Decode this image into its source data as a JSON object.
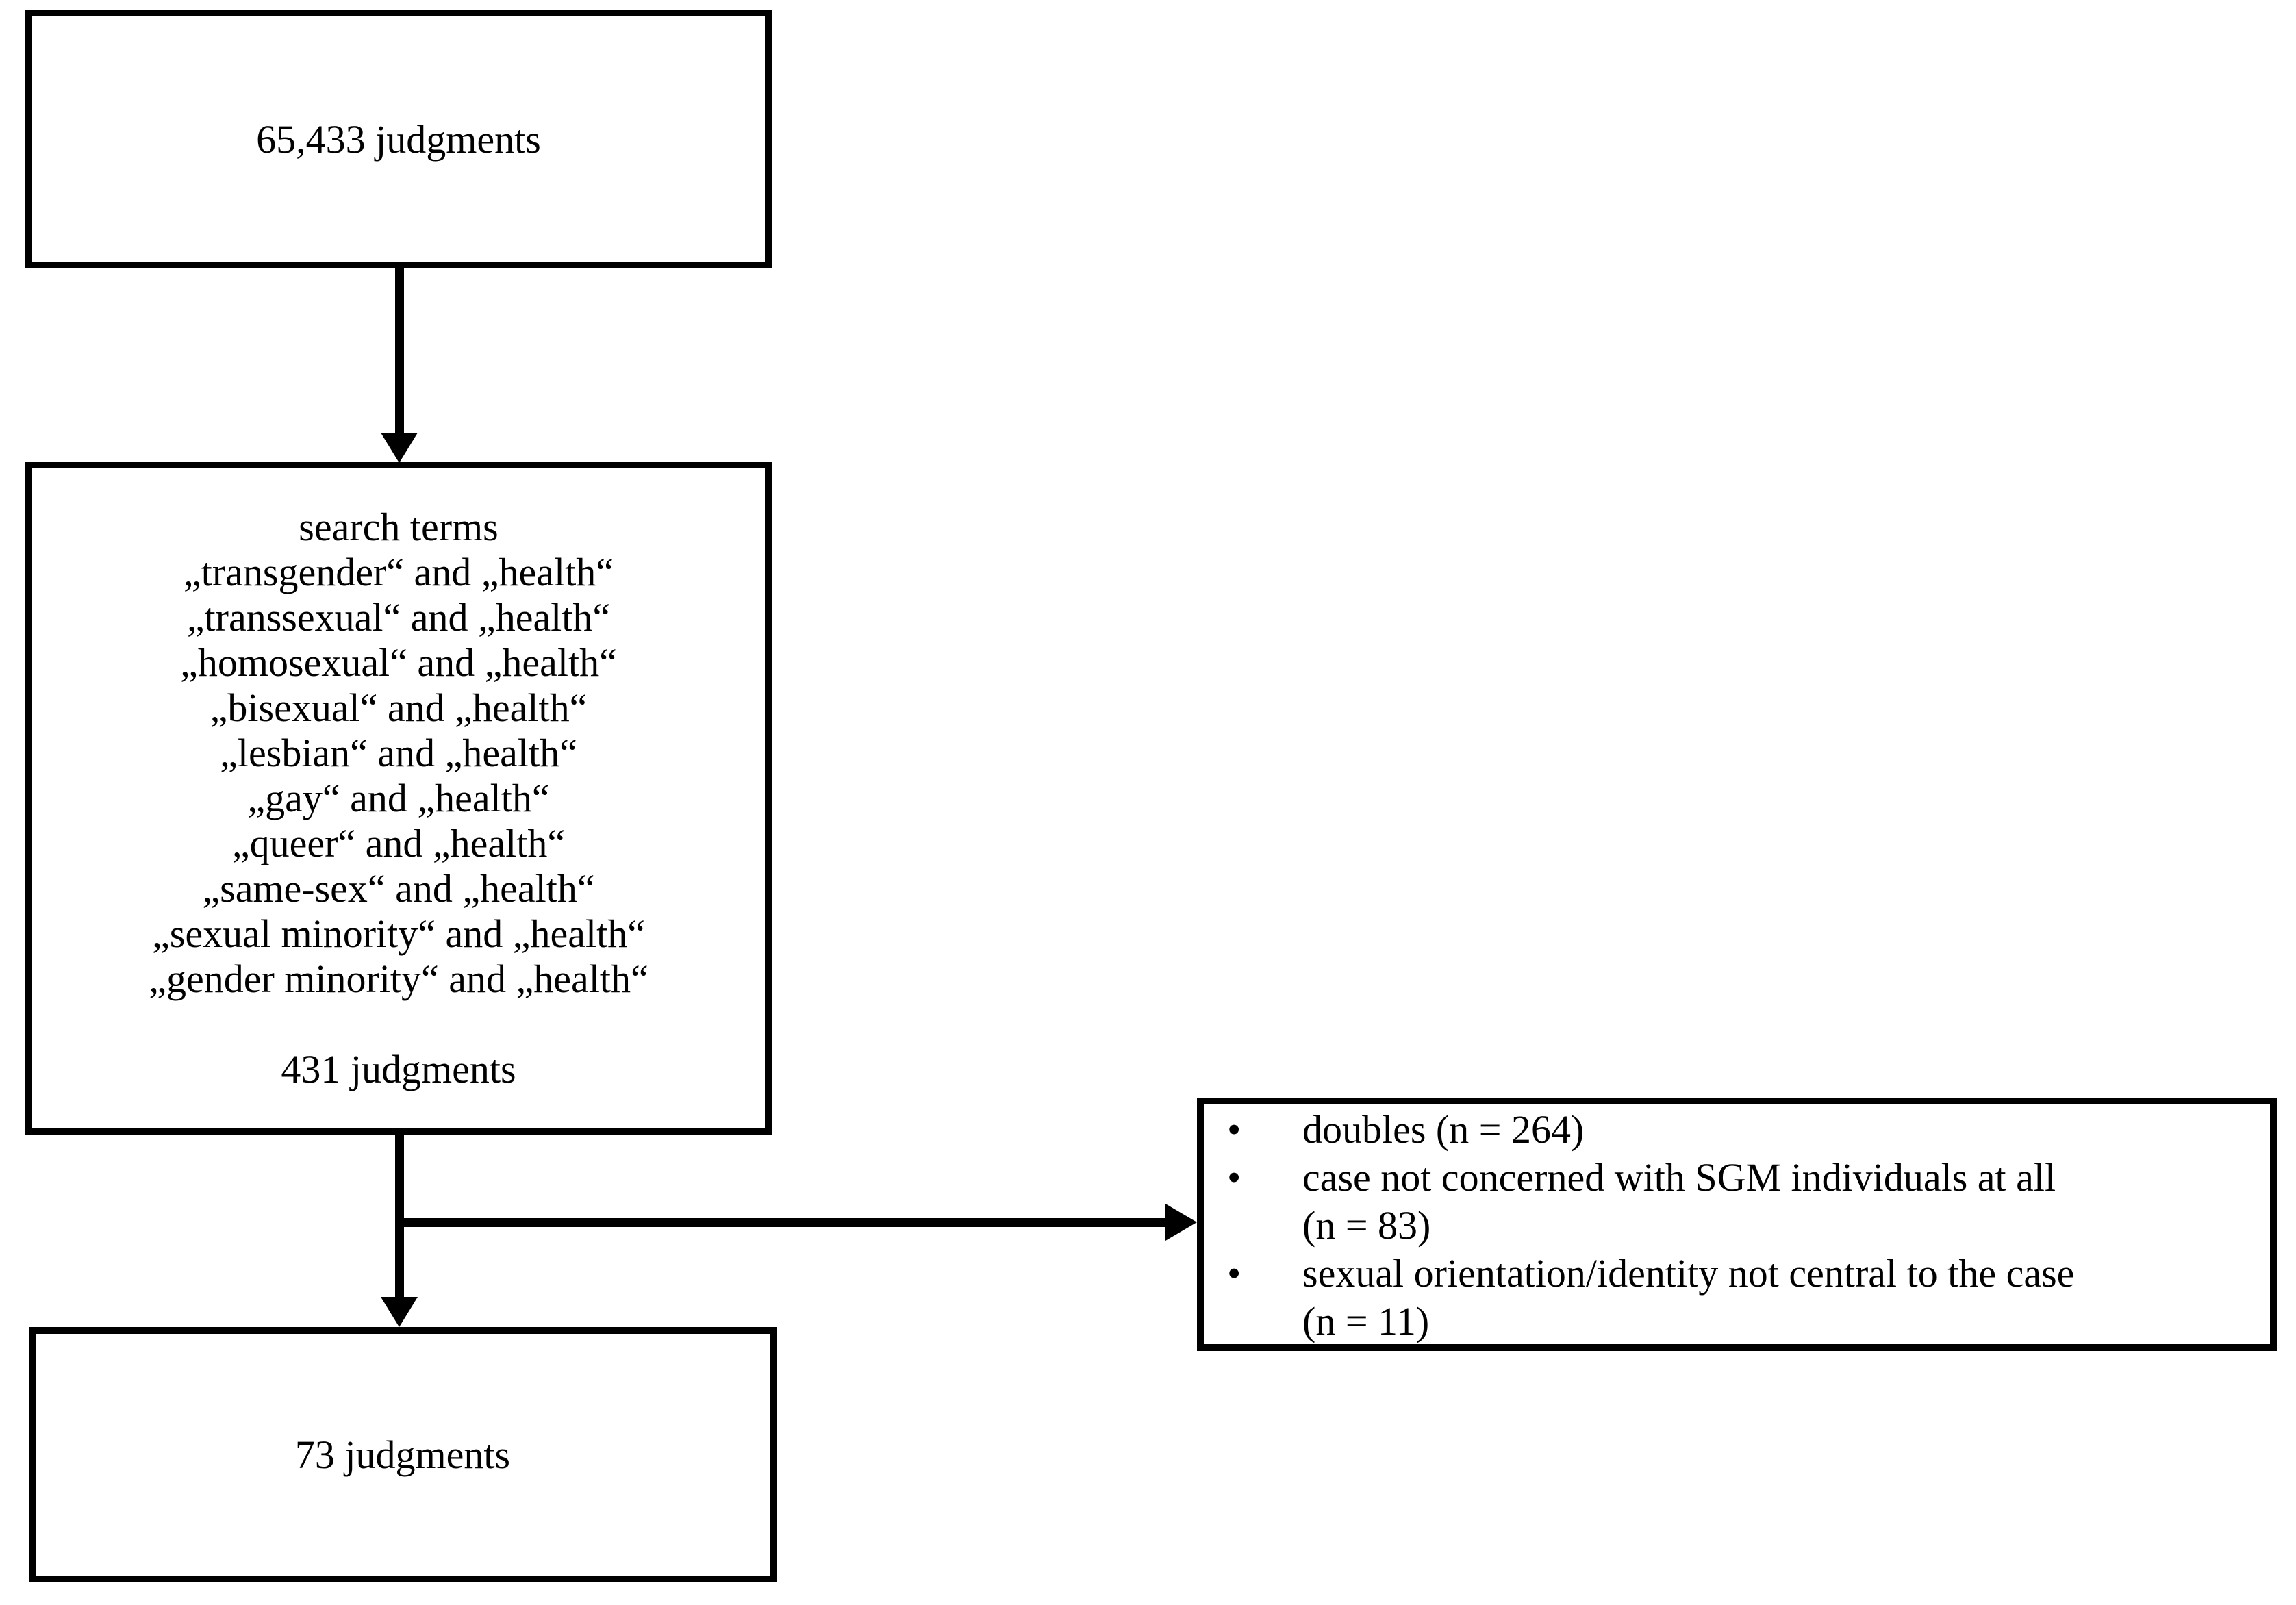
{
  "colors": {
    "line": "#000000",
    "background": "#ffffff"
  },
  "boxes": {
    "total": {
      "label": "65,433 judgments"
    },
    "search": {
      "title": "search terms",
      "terms": [
        "„transgender“ and „health“",
        "„transsexual“ and „health“",
        "„homosexual“ and „health“",
        "„bisexual“ and „health“",
        "„lesbian“ and „health“",
        "„gay“ and „health“",
        "„queer“ and „health“",
        "„same-sex“ and „health“",
        "„sexual minority“ and „health“",
        "„gender minority“ and „health“"
      ],
      "count": "431 judgments"
    },
    "final": {
      "label": "73 judgments"
    },
    "exclusions": {
      "bullet": "•",
      "items": [
        {
          "lines": [
            "doubles (n = 264)"
          ]
        },
        {
          "lines": [
            "case not concerned with SGM individuals at all",
            "(n = 83)"
          ]
        },
        {
          "lines": [
            "sexual orientation/identity not central to the case",
            "(n = 11)"
          ]
        }
      ]
    }
  }
}
